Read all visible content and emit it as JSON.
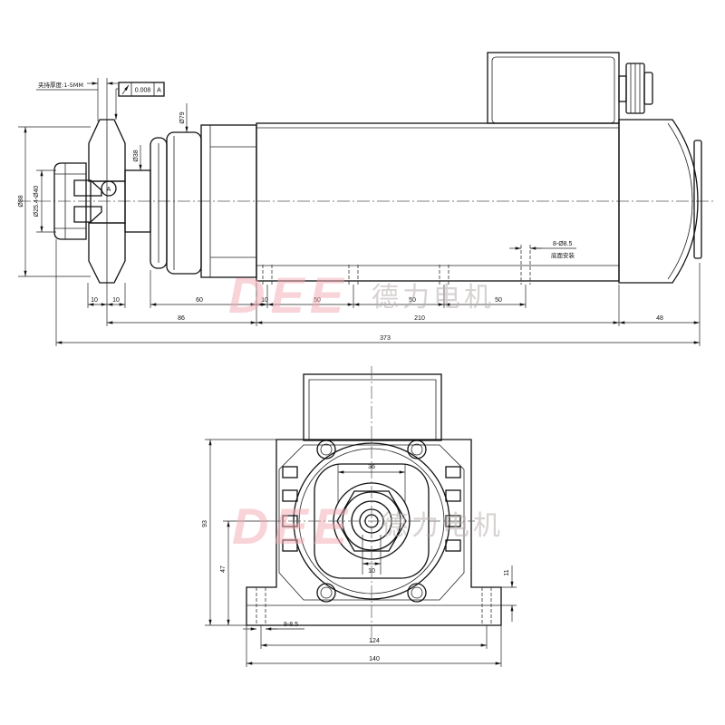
{
  "side_view": {
    "clamp_note": "夹持厚度:1-5MM",
    "tolerance": {
      "symbol_icon": "runout-icon",
      "value": "0.008",
      "datum": "A"
    },
    "datum_marker": "A",
    "diameters": {
      "d88": "Ø88",
      "collet": "Ø25.4-Ø40",
      "d38": "Ø38",
      "d79": "Ø79"
    },
    "mount": {
      "holes": "8-Ø8.5",
      "method": "底面安装"
    },
    "dims": {
      "row1": [
        "10",
        "10",
        "60",
        "10",
        "50",
        "50",
        "50"
      ],
      "row2": [
        "86",
        "210",
        "48"
      ],
      "overall": "373"
    }
  },
  "front_view": {
    "width_36": "36",
    "width_10": "10",
    "height_93": "93",
    "height_47": "47",
    "height_11": "11",
    "holes": "8-8.5",
    "width_124": "124",
    "width_140": "140"
  },
  "watermark": {
    "logo": "DEE",
    "brand": "德力电机"
  },
  "colors": {
    "line": "#111111",
    "background": "#ffffff",
    "watermark_logo": "#f2aab4",
    "watermark_text": "#b9aeae"
  }
}
